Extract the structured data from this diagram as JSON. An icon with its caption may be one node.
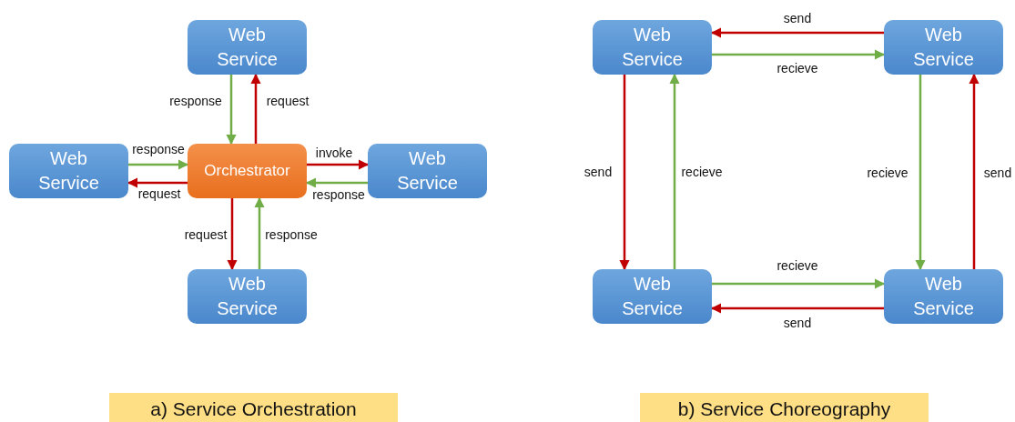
{
  "diagram": {
    "nodes": [
      {
        "text": [
          "Web Service"
        ]
      },
      {
        "text": [
          "Web Service"
        ]
      },
      {
        "text": [
          "Orchestrator"
        ]
      },
      {
        "text": [
          "Web Service"
        ]
      },
      {
        "text": [
          "Web Service"
        ]
      },
      {
        "text": [
          "Web Service"
        ]
      },
      {
        "text": [
          "Web Service"
        ]
      },
      {
        "text": [
          "Web Service"
        ]
      },
      {
        "text": [
          "Web Service"
        ]
      },
      {
        "text": [
          "a) Service Orchestration"
        ]
      },
      {
        "text": [
          "b) Service Choreography"
        ]
      }
    ],
    "edges": [
      {
        "from": 0,
        "to": 2,
        "arrow": "to",
        "label": "response",
        "color": "#70ad47"
      },
      {
        "from": 2,
        "to": 0,
        "arrow": "to",
        "label": "request",
        "color": "#c00000"
      },
      {
        "from": 1,
        "to": 2,
        "arrow": "to",
        "label": "response",
        "color": "#70ad47"
      },
      {
        "from": 2,
        "to": 1,
        "arrow": "to",
        "label": "request",
        "color": "#c00000"
      },
      {
        "from": 2,
        "to": 3,
        "arrow": "to",
        "label": "invoke",
        "color": "#c00000"
      },
      {
        "from": 3,
        "to": 2,
        "arrow": "to",
        "label": "response",
        "color": "#70ad47"
      },
      {
        "from": 2,
        "to": 4,
        "arrow": "to",
        "label": "request",
        "color": "#c00000"
      },
      {
        "from": 4,
        "to": 2,
        "arrow": "to",
        "label": "response",
        "color": "#70ad47"
      },
      {
        "from": 6,
        "to": 5,
        "arrow": "to",
        "label": "send",
        "color": "#c00000"
      },
      {
        "from": 5,
        "to": 6,
        "arrow": "to",
        "label": "recieve",
        "color": "#70ad47"
      },
      {
        "from": 5,
        "to": 7,
        "arrow": "to",
        "label": "send",
        "color": "#c00000"
      },
      {
        "from": 7,
        "to": 5,
        "arrow": "to",
        "label": "recieve",
        "color": "#70ad47"
      },
      {
        "from": 6,
        "to": 8,
        "arrow": "to",
        "label": "recieve",
        "color": "#70ad47"
      },
      {
        "from": 8,
        "to": 6,
        "arrow": "to",
        "label": "send",
        "color": "#c00000"
      },
      {
        "from": 7,
        "to": 8,
        "arrow": "to",
        "label": "recieve",
        "color": "#70ad47"
      },
      {
        "from": 8,
        "to": 7,
        "arrow": "to",
        "label": "send",
        "color": "#c00000"
      }
    ]
  }
}
